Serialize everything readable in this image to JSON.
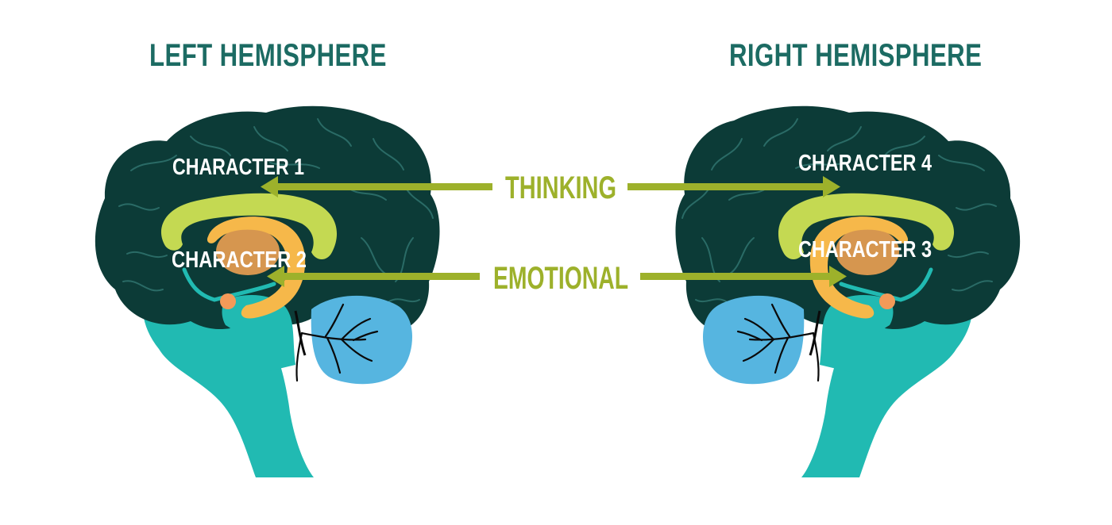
{
  "titles": {
    "left": "LEFT HEMISPHERE",
    "right": "RIGHT HEMISPHERE"
  },
  "characters": {
    "c1": "CHARACTER 1",
    "c2": "CHARACTER 2",
    "c3": "CHARACTER 3",
    "c4": "CHARACTER 4"
  },
  "connectors": {
    "thinking": "THINKING",
    "emotional": "EMOTIONAL"
  },
  "colors": {
    "title": "#1c6b63",
    "brain": "#0c3b37",
    "gyri": "#2a6b66",
    "stem": "#21bab2",
    "cerebellum": "#56b5e0",
    "limbic_green": "#c4d952",
    "limbic_orange": "#f6b84a",
    "thalamus": "#d6964f",
    "amygdala": "#f49a58",
    "arrow": "#9db12b"
  }
}
